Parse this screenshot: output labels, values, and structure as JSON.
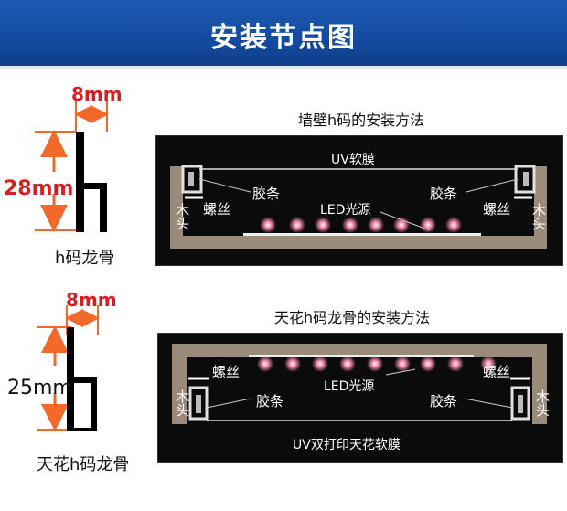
{
  "header": {
    "title": "安装节点图"
  },
  "profile1": {
    "width": "8mm",
    "height": "28mm",
    "name": "h码龙骨"
  },
  "profile2": {
    "width": "8mm",
    "height": "25mm",
    "name": "天花h码龙骨"
  },
  "diagram1": {
    "title": "墙壁h码的安装方法",
    "film": "UV软膜",
    "strip_left": "胶条",
    "strip_right": "胶条",
    "screw_left": "螺丝",
    "screw_right": "螺丝",
    "led": "LED光源",
    "wood_left": "木头",
    "wood_right": "木头"
  },
  "diagram2": {
    "title": "天花h码龙骨的安装方法",
    "film": "UV双打印天花软膜",
    "strip_left": "胶条",
    "strip_right": "胶条",
    "screw_left": "螺丝",
    "screw_right": "螺丝",
    "led": "LED光源",
    "wood_left": "木头",
    "wood_right": "木头"
  },
  "colors": {
    "header": "#1a56ad",
    "accent": "#d81e1e",
    "arrow": "#f26a2b",
    "wood": "#9a8a79"
  }
}
